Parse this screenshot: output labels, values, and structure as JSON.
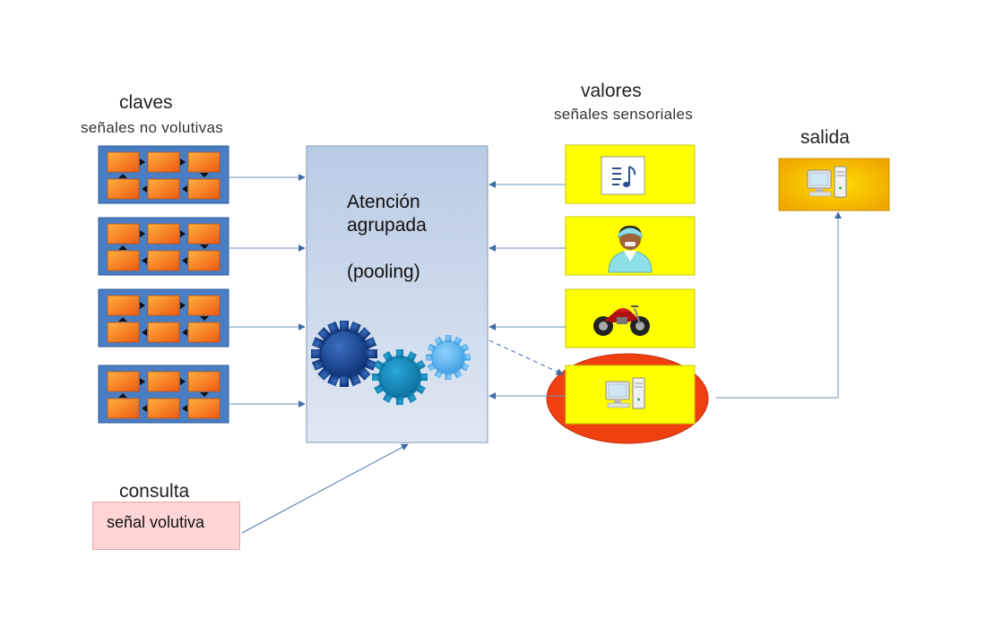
{
  "keys": {
    "title": "claves",
    "subtitle": "señales no volutivas"
  },
  "values": {
    "title": "valores",
    "subtitle": "señales sensoriales"
  },
  "output": {
    "title": "salida"
  },
  "central": {
    "line1": "Atención",
    "line2": "agrupada",
    "line3": "(pooling)"
  },
  "query": {
    "title": "consulta",
    "text": "señal volutiva"
  },
  "icons": [
    "music-document-icon",
    "person-avatar-icon",
    "motorcycle-icon",
    "computer-icon"
  ],
  "colors": {
    "key_panel": "#4a7ec4",
    "cell_orange": "#f07a1a",
    "central_box": "#c3d3e8",
    "value_box": "#ffff00",
    "output_box": "#f5b800",
    "highlight_ellipse": "#f04010",
    "query_box": "#ffd4d4",
    "arrow": "#3d6aa8"
  }
}
